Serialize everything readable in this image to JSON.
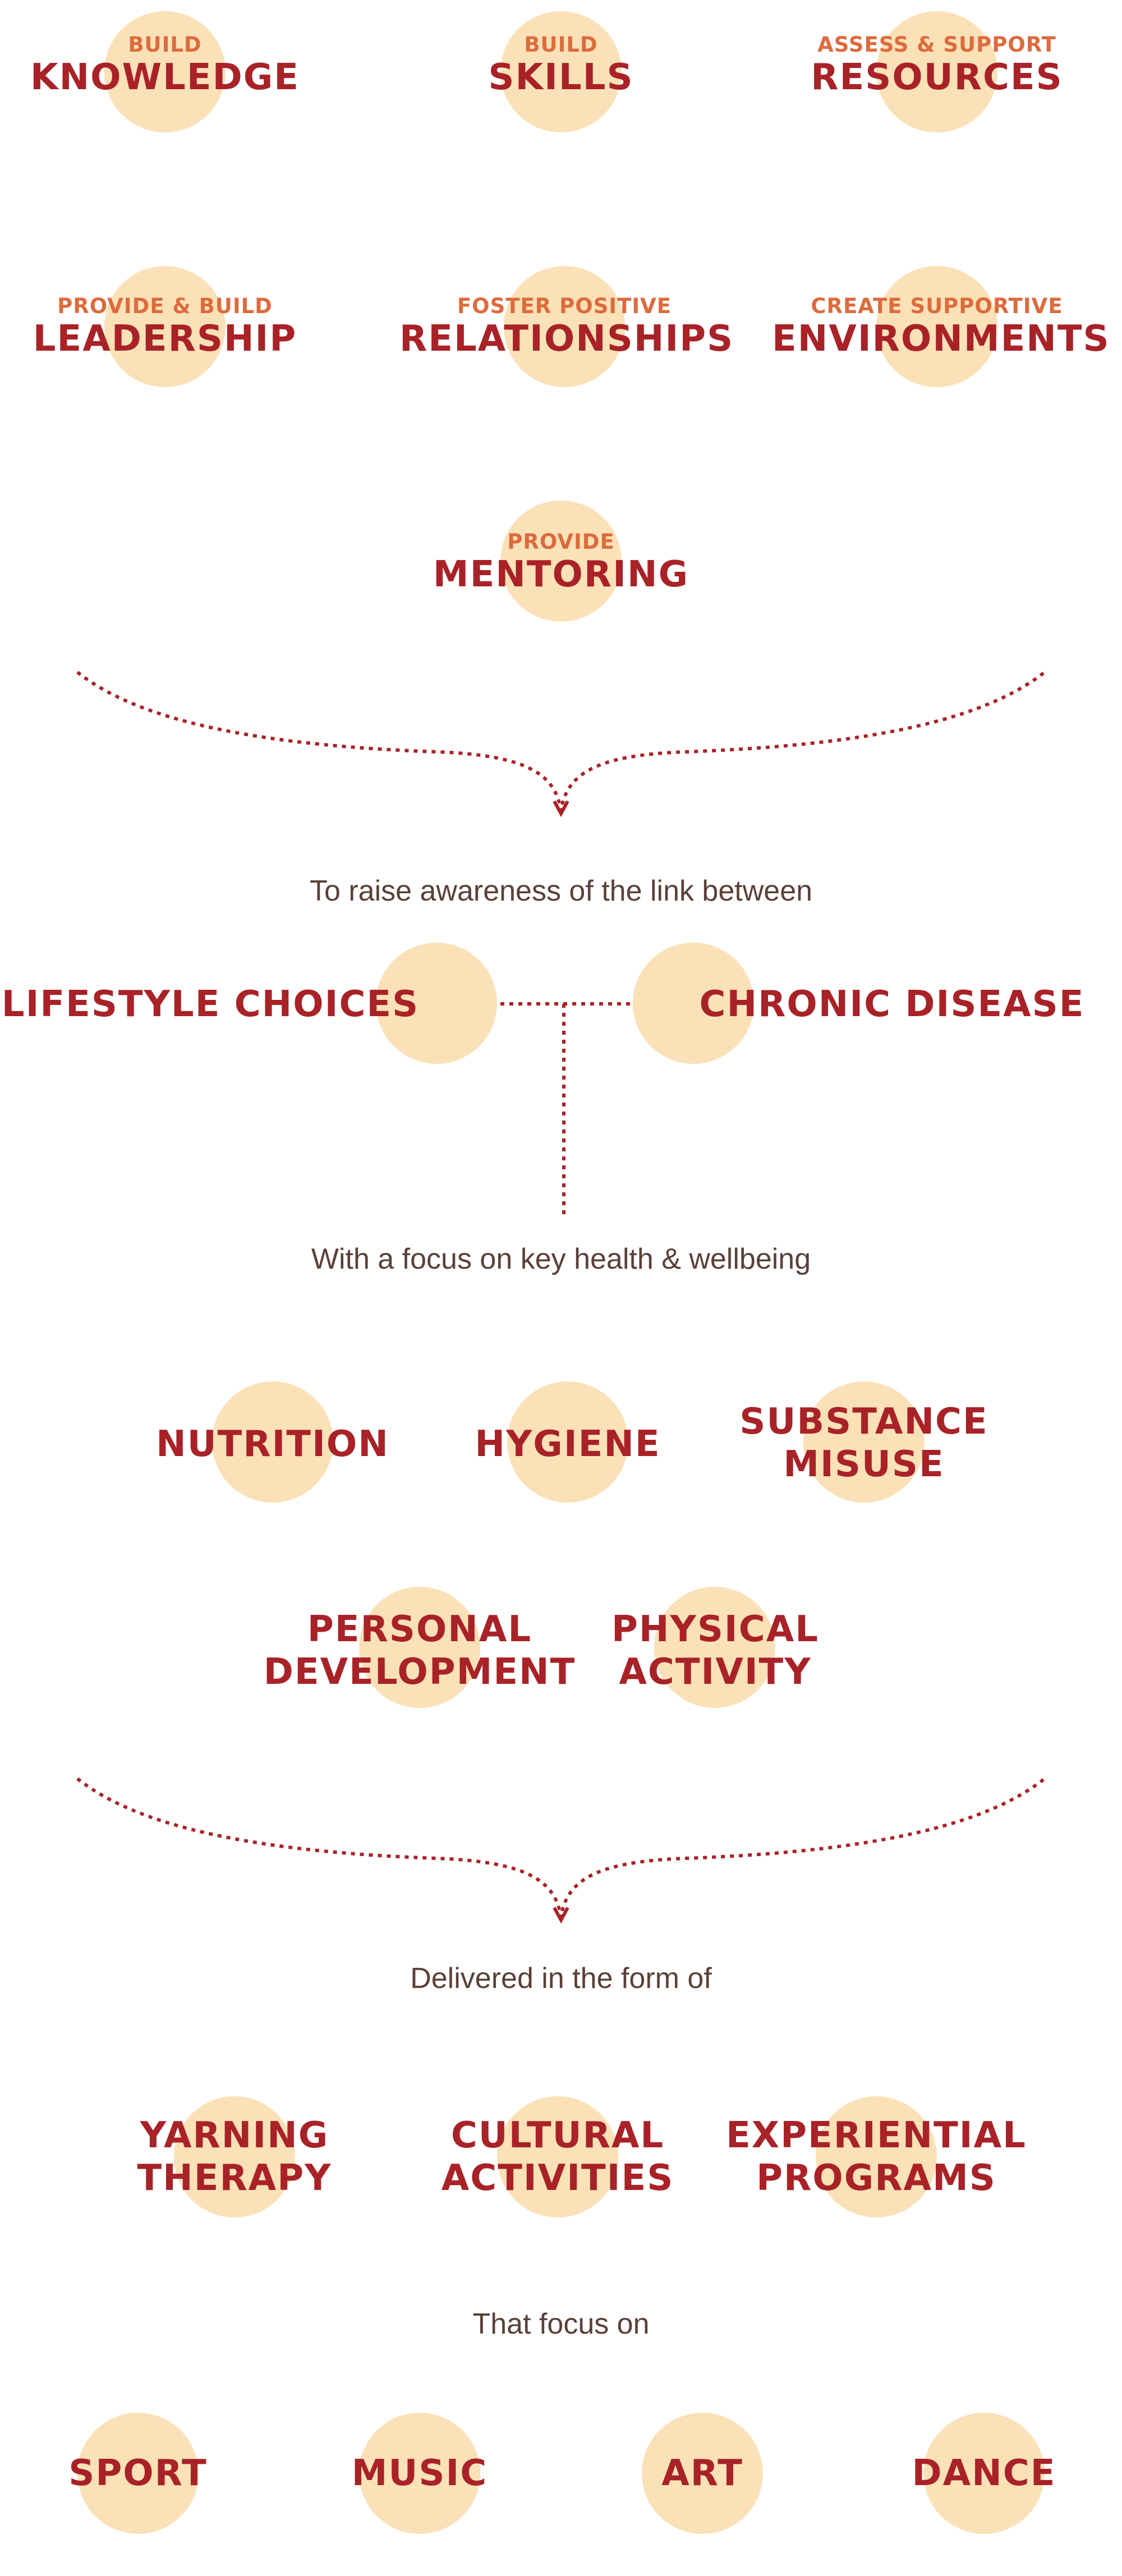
{
  "colors": {
    "circle": "#fbe1b7",
    "kicker": "#dc6b3d",
    "main": "#a82227",
    "caption": "#5a4038",
    "connector": "#a82227"
  },
  "approaches": [
    {
      "kicker": "BUILD",
      "title": "KNOWLEDGE"
    },
    {
      "kicker": "BUILD",
      "title": "SKILLS"
    },
    {
      "kicker": "ASSESS & SUPPORT",
      "title": "RESOURCES"
    },
    {
      "kicker": "PROVIDE & BUILD",
      "title": "LEADERSHIP"
    },
    {
      "kicker": "FOSTER POSITIVE",
      "title": "RELATIONSHIPS"
    },
    {
      "kicker": "CREATE SUPPORTIVE",
      "title": "ENVIRONMENTS"
    },
    {
      "kicker": "PROVIDE",
      "title": "MENTORING"
    }
  ],
  "captions": {
    "awareness": "To raise awareness of the link between",
    "focus": "With a focus on key health & wellbeing",
    "delivered": "Delivered in the form of",
    "that_focus": "That focus on"
  },
  "link": {
    "left": "LIFESTYLE CHOICES",
    "right": "CHRONIC DISEASE"
  },
  "health_areas": [
    {
      "line1": "NUTRITION",
      "line2": ""
    },
    {
      "line1": "HYGIENE",
      "line2": ""
    },
    {
      "line1": "SUBSTANCE",
      "line2": "MISUSE"
    },
    {
      "line1": "PERSONAL",
      "line2": "DEVELOPMENT"
    },
    {
      "line1": "PHYSICAL",
      "line2": "ACTIVITY"
    }
  ],
  "delivery_forms": [
    {
      "line1": "YARNING",
      "line2": "THERAPY"
    },
    {
      "line1": "CULTURAL",
      "line2": "ACTIVITIES"
    },
    {
      "line1": "EXPERIENTIAL",
      "line2": "PROGRAMS"
    }
  ],
  "activities": [
    "SPORT",
    "MUSIC",
    "ART",
    "DANCE"
  ]
}
